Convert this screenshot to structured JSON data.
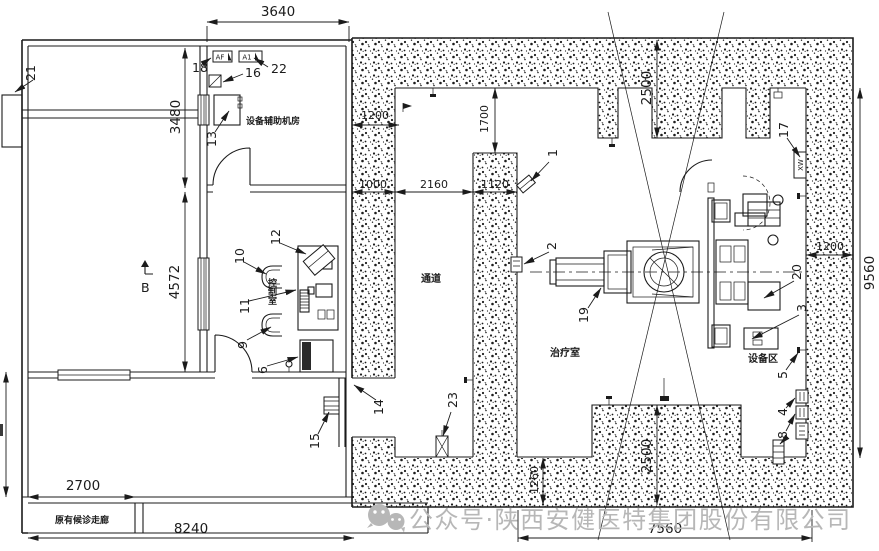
{
  "drawing": {
    "type": "radiotherapy-bunker-floor-plan",
    "line_color": "#1b1b1b",
    "watermark_color": "#b7b7b7"
  },
  "rooms": {
    "aux": "设备辅助机房",
    "control": "控制室",
    "maze": "通道",
    "treatment": "治疗室",
    "equipment_zone": "设备区",
    "corridor": "原有候诊走廊"
  },
  "markers": {
    "section_b": "B",
    "panel_af": "AF",
    "panel_a1": "A1",
    "outlet_xw": "XW"
  },
  "dims": {
    "d3640": "3640",
    "d3480": "3480",
    "d4572": "4572",
    "d2700": "2700",
    "d8240": "8240",
    "d7560": "7560",
    "d9560": "9560",
    "d1200l": "1200",
    "d1200r": "1200",
    "d1700": "1700",
    "d1000": "1000",
    "d2160": "2160",
    "d1120": "1120",
    "d2500t": "2500",
    "d2500b": "2500",
    "d1260": "1260"
  },
  "callouts": {
    "n1": "1",
    "n2": "2",
    "n3": "3",
    "n4": "4",
    "n5": "5",
    "n6": "6",
    "n8": "8",
    "n9": "9",
    "n10": "10",
    "n11": "11",
    "n12": "12",
    "n13": "13",
    "n14": "14",
    "n15": "15",
    "n16": "16",
    "n17": "17",
    "n18": "18",
    "n19": "19",
    "n20": "20",
    "n21": "21",
    "n22": "22",
    "n23": "23"
  },
  "watermark": {
    "text": "公众号·陕西安健医特集团股份有限公司"
  }
}
